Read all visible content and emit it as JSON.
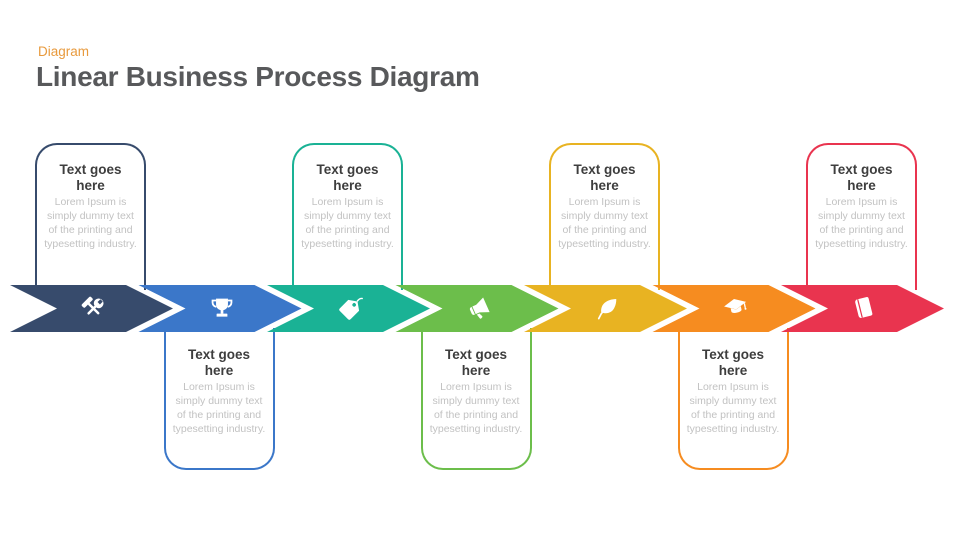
{
  "header": {
    "eyebrow": "Diagram",
    "eyebrow_color": "#E89A3D",
    "title": "Linear Business Process Diagram",
    "title_color": "#58595B"
  },
  "steps": [
    {
      "icon": "hammer-wrench-icon",
      "color": "#374B6C",
      "position": "top",
      "title": "Text goes here",
      "body": "Lorem Ipsum is simply dummy text of the printing and typesetting industry."
    },
    {
      "icon": "trophy-icon",
      "color": "#3B77C9",
      "position": "bottom",
      "title": "Text goes here",
      "body": "Lorem Ipsum is simply dummy text of the printing and typesetting industry."
    },
    {
      "icon": "price-tag-icon",
      "color": "#1AB295",
      "position": "top",
      "title": "Text goes here",
      "body": "Lorem Ipsum is simply dummy text of the printing and typesetting industry."
    },
    {
      "icon": "megaphone-icon",
      "color": "#6CBE4B",
      "position": "bottom",
      "title": "Text goes here",
      "body": "Lorem Ipsum is simply dummy text of the printing and typesetting industry."
    },
    {
      "icon": "leaf-icon",
      "color": "#E8B322",
      "position": "top",
      "title": "Text goes here",
      "body": "Lorem Ipsum is simply dummy text of the printing and typesetting industry."
    },
    {
      "icon": "graduation-cap-icon",
      "color": "#F68C20",
      "position": "bottom",
      "title": "Text goes here",
      "body": "Lorem Ipsum is simply dummy text of the printing and typesetting industry."
    },
    {
      "icon": "book-icon",
      "color": "#E9344F",
      "position": "top",
      "title": "Text goes here",
      "body": "Lorem Ipsum is simply dummy text of the printing and typesetting industry."
    }
  ]
}
